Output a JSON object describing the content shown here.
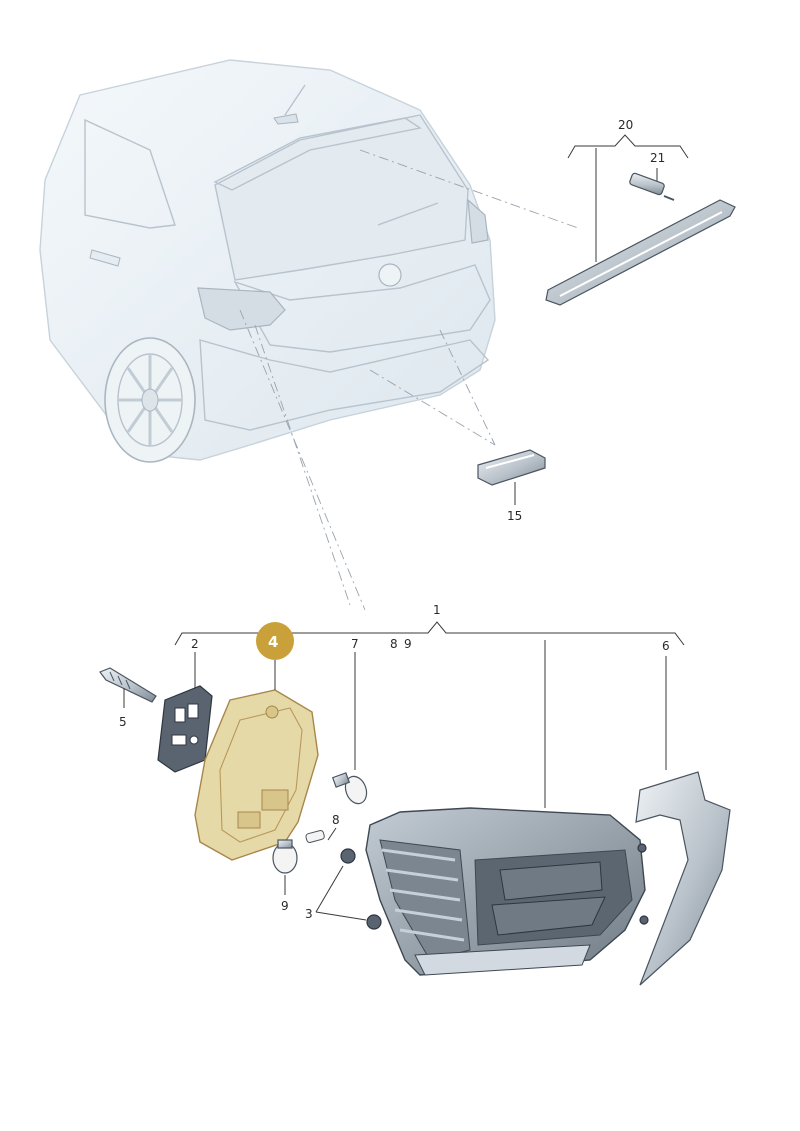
{
  "diagram": {
    "highlighted_callout": "4",
    "callouts": {
      "c1": "1",
      "c2": "2",
      "c3": "3",
      "c4": "4",
      "c5": "5",
      "c6": "6",
      "c7": "7",
      "c8a": "8",
      "c8b": "8",
      "c9a": "9",
      "c9b": "9",
      "c15": "15",
      "c20": "20",
      "c21": "21"
    },
    "colors": {
      "highlight": "#c9a03a",
      "highlight_part": "#e6d9a8",
      "line_art": "#4a5560",
      "background": "#ffffff"
    }
  }
}
